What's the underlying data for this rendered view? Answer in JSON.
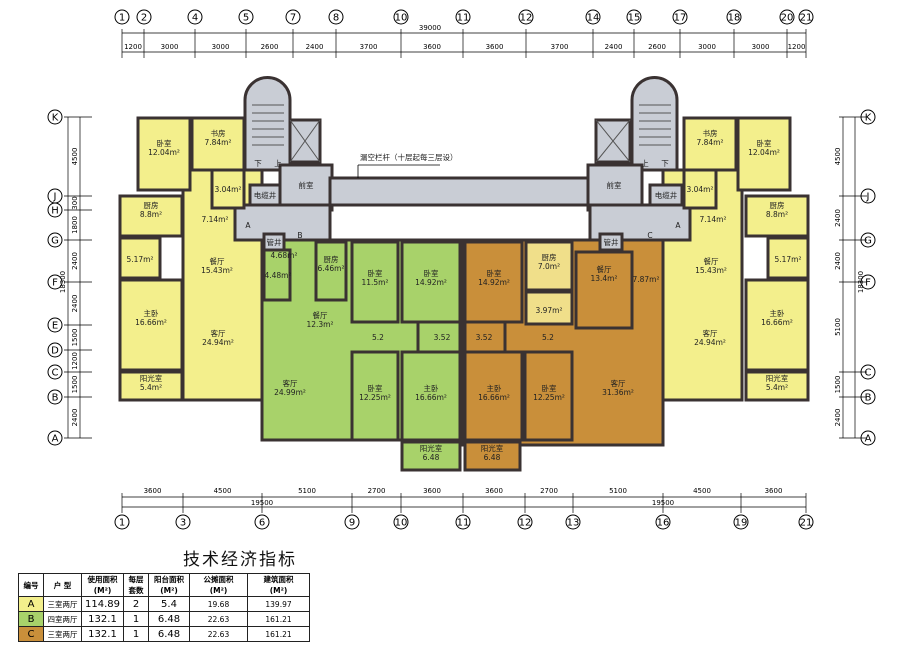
{
  "plan": {
    "top_axes": [
      "1",
      "2",
      "4",
      "5",
      "7",
      "8",
      "10",
      "11",
      "12",
      "14",
      "15",
      "17",
      "18",
      "20",
      "21"
    ],
    "top_total": "39000",
    "top_dims": [
      "1200",
      "3000",
      "3000",
      "2600",
      "2400",
      "3700",
      "3600",
      "3600",
      "3700",
      "2400",
      "2600",
      "3000",
      "3000",
      "1200"
    ],
    "bottom_axes": [
      "1",
      "3",
      "6",
      "9",
      "10",
      "11",
      "12",
      "13",
      "16",
      "19",
      "21"
    ],
    "bottom_dims": [
      "3600",
      "4500",
      "5100",
      "2700",
      "3600",
      "3600",
      "2700",
      "5100",
      "4500",
      "3600"
    ],
    "bottom_totals": [
      "19500",
      "19500"
    ],
    "left_axes": [
      "K",
      "J",
      "H",
      "G",
      "F",
      "E",
      "D",
      "C",
      "B",
      "A"
    ],
    "left_dims": [
      "4500",
      "300",
      "1800",
      "2400",
      "2400",
      "1500",
      "1200",
      "1500",
      "2400"
    ],
    "left_total": "18300",
    "right_axes": [
      "K",
      "J",
      "G",
      "F",
      "C",
      "B",
      "A"
    ],
    "right_dims": [
      "4500",
      "2400",
      "2400",
      "5100",
      "1500",
      "2400"
    ],
    "right_total": "18300",
    "annotation": "漏空栏杆（十层起每三层设）",
    "core_labels": [
      "前室",
      "电缆井",
      "A",
      "B",
      "下",
      "上",
      "前室",
      "电缆井",
      "C",
      "A",
      "上",
      "下",
      "管井",
      "管井"
    ],
    "rooms": [
      {
        "name": "卧室",
        "area": "12.04m²"
      },
      {
        "name": "书房",
        "area": "7.84m²"
      },
      {
        "name": "",
        "area": "3.04m²"
      },
      {
        "name": "厨房",
        "area": "8.8m²"
      },
      {
        "name": "",
        "area": "5.17m²"
      },
      {
        "name": "主卧",
        "area": "16.66m²"
      },
      {
        "name": "阳光室",
        "area": "5.4m²"
      },
      {
        "name": "",
        "area": "7.14m²"
      },
      {
        "name": "餐厅",
        "area": "15.43m²"
      },
      {
        "name": "客厅",
        "area": "24.94m²"
      },
      {
        "name": "",
        "area": "4.48m²"
      },
      {
        "name": "",
        "area": "4.68m²"
      },
      {
        "name": "厨房",
        "area": "6.46m²"
      },
      {
        "name": "卧室",
        "area": "11.5m²"
      },
      {
        "name": "卧室",
        "area": "14.92m²"
      },
      {
        "name": "",
        "area": "3.52"
      },
      {
        "name": "",
        "area": "5.2"
      },
      {
        "name": "餐厅",
        "area": "12.3m²"
      },
      {
        "name": "客厅",
        "area": "24.99m²"
      },
      {
        "name": "卧室",
        "area": "12.25m²"
      },
      {
        "name": "主卧",
        "area": "16.66m²"
      },
      {
        "name": "阳光室",
        "area": "6.48"
      },
      {
        "name": "卧室",
        "area": "14.92m²"
      },
      {
        "name": "厨房",
        "area": "7.0m²"
      },
      {
        "name": "",
        "area": "3.97m²"
      },
      {
        "name": "餐厅",
        "area": "13.4m²"
      },
      {
        "name": "",
        "area": "7.87m²"
      },
      {
        "name": "",
        "area": "3.52"
      },
      {
        "name": "",
        "area": "5.2"
      },
      {
        "name": "主卧",
        "area": "16.66m²"
      },
      {
        "name": "卧室",
        "area": "12.25m²"
      },
      {
        "name": "客厅",
        "area": "31.36m²"
      },
      {
        "name": "阳光室",
        "area": "6.48"
      },
      {
        "name": "卧室",
        "area": "12.04m²"
      },
      {
        "name": "书房",
        "area": "7.84m²"
      },
      {
        "name": "",
        "area": "3.04m²"
      },
      {
        "name": "厨房",
        "area": "8.8m²"
      },
      {
        "name": "",
        "area": "5.17m²"
      },
      {
        "name": "主卧",
        "area": "16.66m²"
      },
      {
        "name": "阳光室",
        "area": "5.4m²"
      },
      {
        "name": "",
        "area": "7.14m²"
      },
      {
        "name": "餐厅",
        "area": "15.43m²"
      },
      {
        "name": "客厅",
        "area": "24.94m²"
      }
    ],
    "colors": {
      "A": "#f3ef8c",
      "B": "#a8d26a",
      "C": "#c98f3a",
      "core": "#c9cdd5",
      "wall": "#3a3232"
    }
  },
  "table": {
    "title": "技术经济指标",
    "headers": [
      "编号",
      "户 型",
      "使用面积",
      "(M²)",
      "每层",
      "套数",
      "阳台面积",
      "(M²)",
      "公摊面积",
      "(M²)",
      "建筑面积",
      "(M²)"
    ],
    "rows": [
      {
        "id": "A",
        "type": "三室两厅",
        "use_area": "114.89",
        "per_floor": "2",
        "balcony": "5.4",
        "shared": "19.68",
        "gross": "139.97",
        "color": "#f3ef8c"
      },
      {
        "id": "B",
        "type": "四室两厅",
        "use_area": "132.1",
        "per_floor": "1",
        "balcony": "6.48",
        "shared": "22.63",
        "gross": "161.21",
        "color": "#a8d26a"
      },
      {
        "id": "C",
        "type": "三室两厅",
        "use_area": "132.1",
        "per_floor": "1",
        "balcony": "6.48",
        "shared": "22.63",
        "gross": "161.21",
        "color": "#c98f3a"
      }
    ]
  }
}
